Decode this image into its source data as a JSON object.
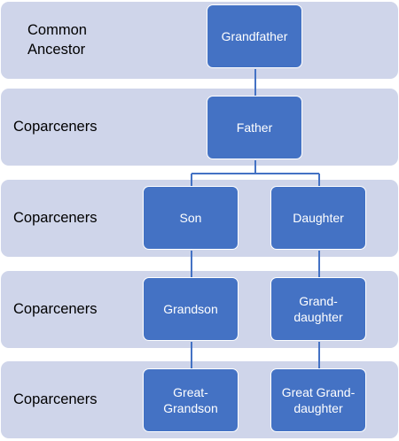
{
  "colors": {
    "band_fill": "#cfd5ea",
    "node_fill": "#4472c4",
    "node_text": "#ffffff",
    "connector": "#4472c4"
  },
  "levels": [
    {
      "label": "Common\nAncestor"
    },
    {
      "label": "Coparceners"
    },
    {
      "label": "Coparceners"
    },
    {
      "label": "Coparceners"
    },
    {
      "label": "Coparceners"
    }
  ],
  "nodes": {
    "grandfather": "Grandfather",
    "father": "Father",
    "son": "Son",
    "daughter": "Daughter",
    "grandson": "Grandson",
    "granddaughter": "Grand-\ndaughter",
    "great_grandson": "Great-\nGrandson",
    "great_granddaughter": "Great Grand-\ndaughter"
  }
}
